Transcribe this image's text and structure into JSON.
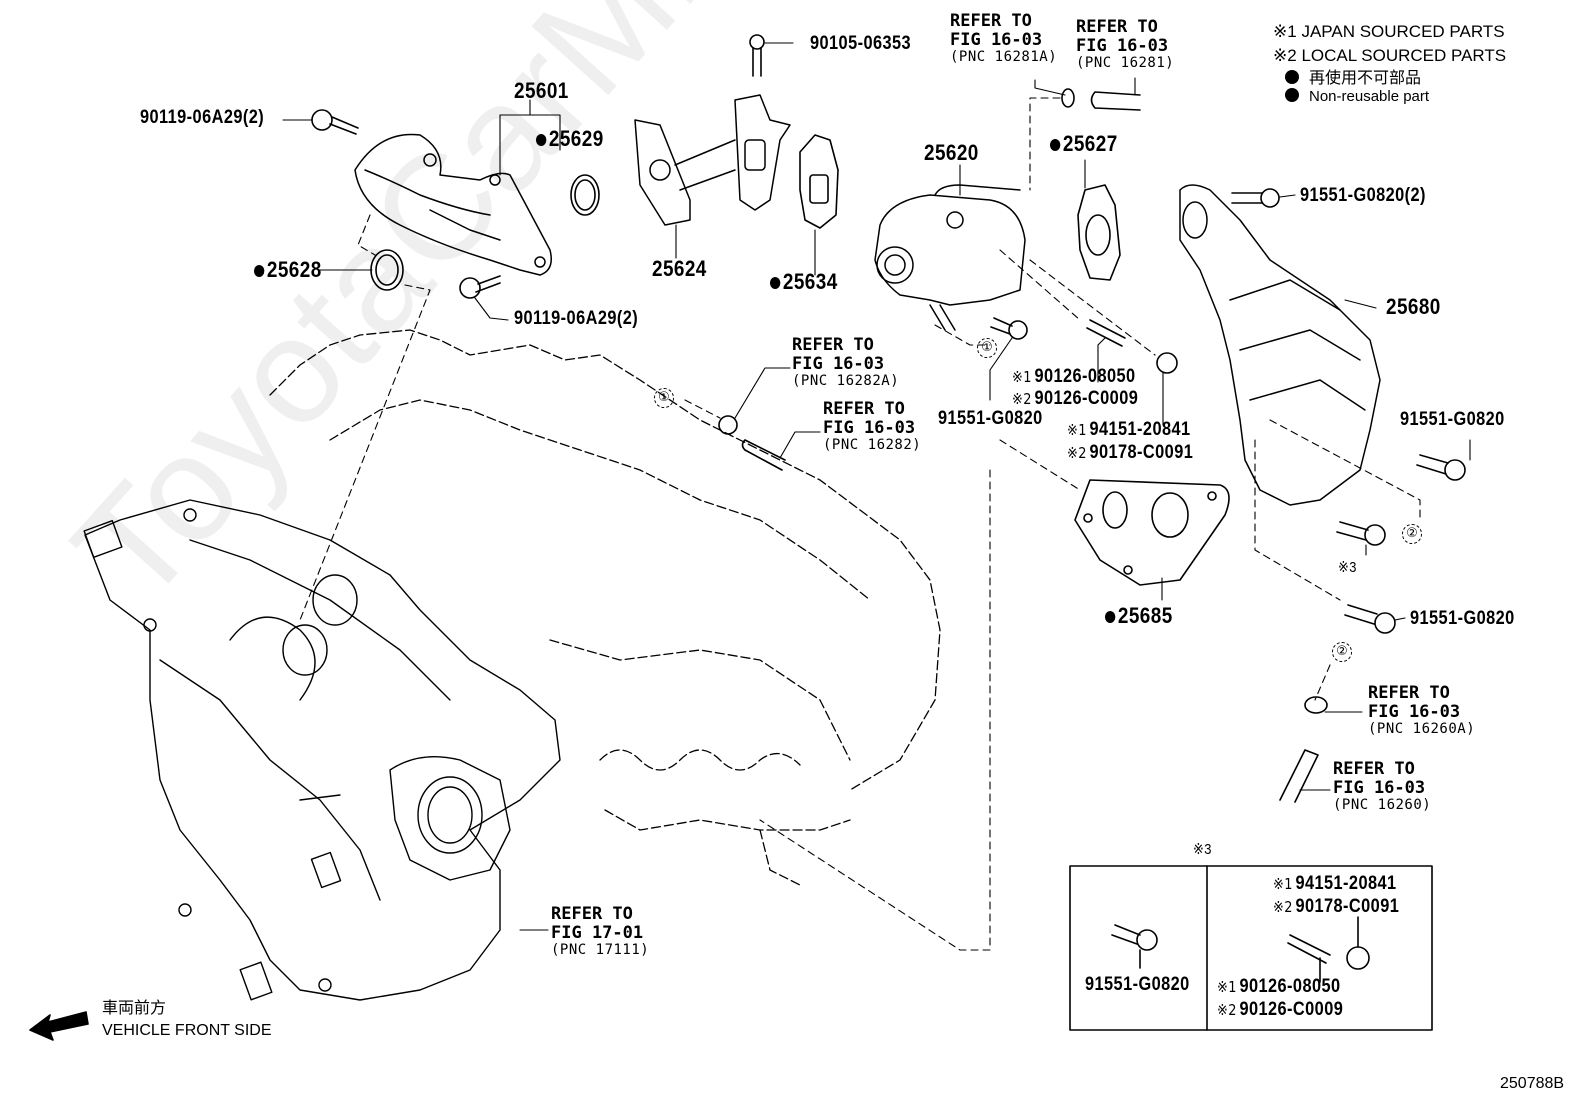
{
  "figure_id": "250788B",
  "watermark": "ToyotaCarMine.ru",
  "legend": {
    "note1": {
      "mark": "※1",
      "text": "JAPAN SOURCED PARTS"
    },
    "note2": {
      "mark": "※2",
      "text": "LOCAL SOURCED PARTS"
    },
    "nonreusable_jp": "再使用不可部品",
    "nonreusable_en": "Non-reusable part"
  },
  "direction": {
    "jp": "車両前方",
    "en": "VEHICLE FRONT SIDE"
  },
  "parts": {
    "p25601": "25601",
    "p25629": "25629",
    "p25628": "25628",
    "p25624": "25624",
    "p25634": "25634",
    "p25620": "25620",
    "p25627": "25627",
    "p25680": "25680",
    "p25685": "25685",
    "bolt_90119_top": "90119-06A29(2)",
    "bolt_90119_bottom": "90119-06A29(2)",
    "bolt_90105": "90105-06353",
    "bolt_91551_2": "91551-G0820(2)",
    "bolt_91551_mid": "91551-G0820",
    "bolt_91551_right": "91551-G0820",
    "bolt_91551_lower": "91551-G0820",
    "stud_jp": "90126-08050",
    "stud_local": "90126-C0009",
    "nut_jp": "94151-20841",
    "nut_local": "90178-C0091"
  },
  "marks": {
    "n1": "※1",
    "n2": "※2",
    "n3": "※3",
    "c1": "①",
    "c2": "②"
  },
  "refs": [
    {
      "line1": "REFER TO",
      "line2": "FIG 16-03",
      "line3": "(PNC 16281A)"
    },
    {
      "line1": "REFER TO",
      "line2": "FIG 16-03",
      "line3": "(PNC 16281)"
    },
    {
      "line1": "REFER TO",
      "line2": "FIG 16-03",
      "line3": "(PNC 16282A)"
    },
    {
      "line1": "REFER TO",
      "line2": "FIG 16-03",
      "line3": "(PNC 16282)"
    },
    {
      "line1": "REFER TO",
      "line2": "FIG 16-03",
      "line3": "(PNC 16260A)"
    },
    {
      "line1": "REFER TO",
      "line2": "FIG 16-03",
      "line3": "(PNC 16260)"
    },
    {
      "line1": "REFER TO",
      "line2": "FIG 17-01",
      "line3": "(PNC 17111)"
    }
  ],
  "inset": {
    "title": "※3",
    "left_part": "91551-G0820",
    "right_nut_jp": "94151-20841",
    "right_nut_local": "90178-C0091",
    "right_stud_jp": "90126-08050",
    "right_stud_local": "90126-C0009"
  }
}
